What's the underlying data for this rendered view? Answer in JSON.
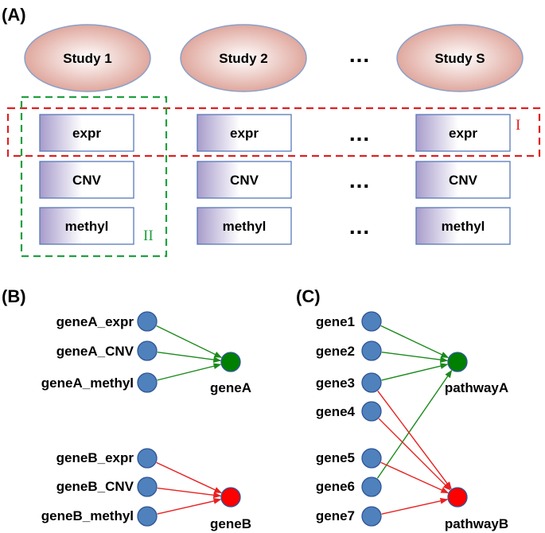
{
  "panel_labels": {
    "a": "(A)",
    "b": "(B)",
    "c": "(C)"
  },
  "studies": [
    "Study 1",
    "Study 2",
    "Study S"
  ],
  "ellipsis": "...",
  "data_types": [
    "expr",
    "CNV",
    "methyl"
  ],
  "groupings": {
    "I": {
      "label": "I",
      "color": "#e02020"
    },
    "II": {
      "label": "II",
      "color": "#20a040"
    }
  },
  "panel_b": {
    "sources_a": [
      "geneA_expr",
      "geneA_CNV",
      "geneA_methyl"
    ],
    "target_a": "geneA",
    "sources_b": [
      "geneB_expr",
      "geneB_CNV",
      "geneB_methyl"
    ],
    "target_b": "geneB"
  },
  "panel_c": {
    "genes": [
      "gene1",
      "gene2",
      "gene3",
      "gene4",
      "gene5",
      "gene6",
      "gene7"
    ],
    "pathway_a": "pathwayA",
    "pathway_b": "pathwayB",
    "pathway_a_members": [
      "gene1",
      "gene2",
      "gene3",
      "gene6"
    ],
    "pathway_b_members": [
      "gene3",
      "gene4",
      "gene5",
      "gene7"
    ]
  },
  "colors": {
    "node_blue": "#4f81bd",
    "node_green": "#008000",
    "node_red": "#ff0000",
    "edge_green": "#1a8a1a",
    "edge_red": "#e82020"
  }
}
